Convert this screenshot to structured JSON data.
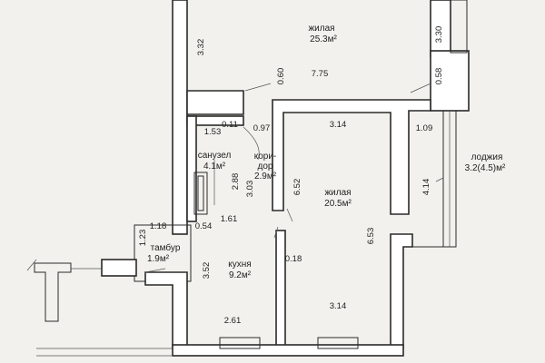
{
  "rooms": {
    "living_top": {
      "name": "жилая",
      "area": "25.3м²"
    },
    "living_mid": {
      "name": "жилая",
      "area": "20.5м²"
    },
    "bathroom": {
      "name": "санузел",
      "area": "4.1м²"
    },
    "corridor": {
      "name_line1": "кори-",
      "name_line2": "дор",
      "area": "2.9м²"
    },
    "loggia": {
      "name": "лоджия",
      "area": "3.2(4.5)м²"
    },
    "vestibule": {
      "name": "тамбур",
      "area": "1.9м²"
    },
    "kitchen": {
      "name": "кухня",
      "area": "9.2м²"
    }
  },
  "dimensions": {
    "d_3_32": "3.32",
    "d_3_30": "3.30",
    "d_0_60": "0.60",
    "d_7_75": "7.75",
    "d_0_58": "0.58",
    "d_0_11": "0.11",
    "d_0_97": "0.97",
    "d_1_53": "1.53",
    "d_3_14_top": "3.14",
    "d_1_09": "1.09",
    "d_2_88": "2.88",
    "d_3_03": "3.03",
    "d_6_52": "6.52",
    "d_4_14": "4.14",
    "d_1_18": "1.18",
    "d_0_54": "0.54",
    "d_1_61": "1.61",
    "d_1_23": "1.23",
    "d_6_53": "6.53",
    "d_3_52": "3.52",
    "d_0_18": "0.18",
    "d_2_61": "2.61",
    "d_3_14_bottom": "3.14"
  }
}
